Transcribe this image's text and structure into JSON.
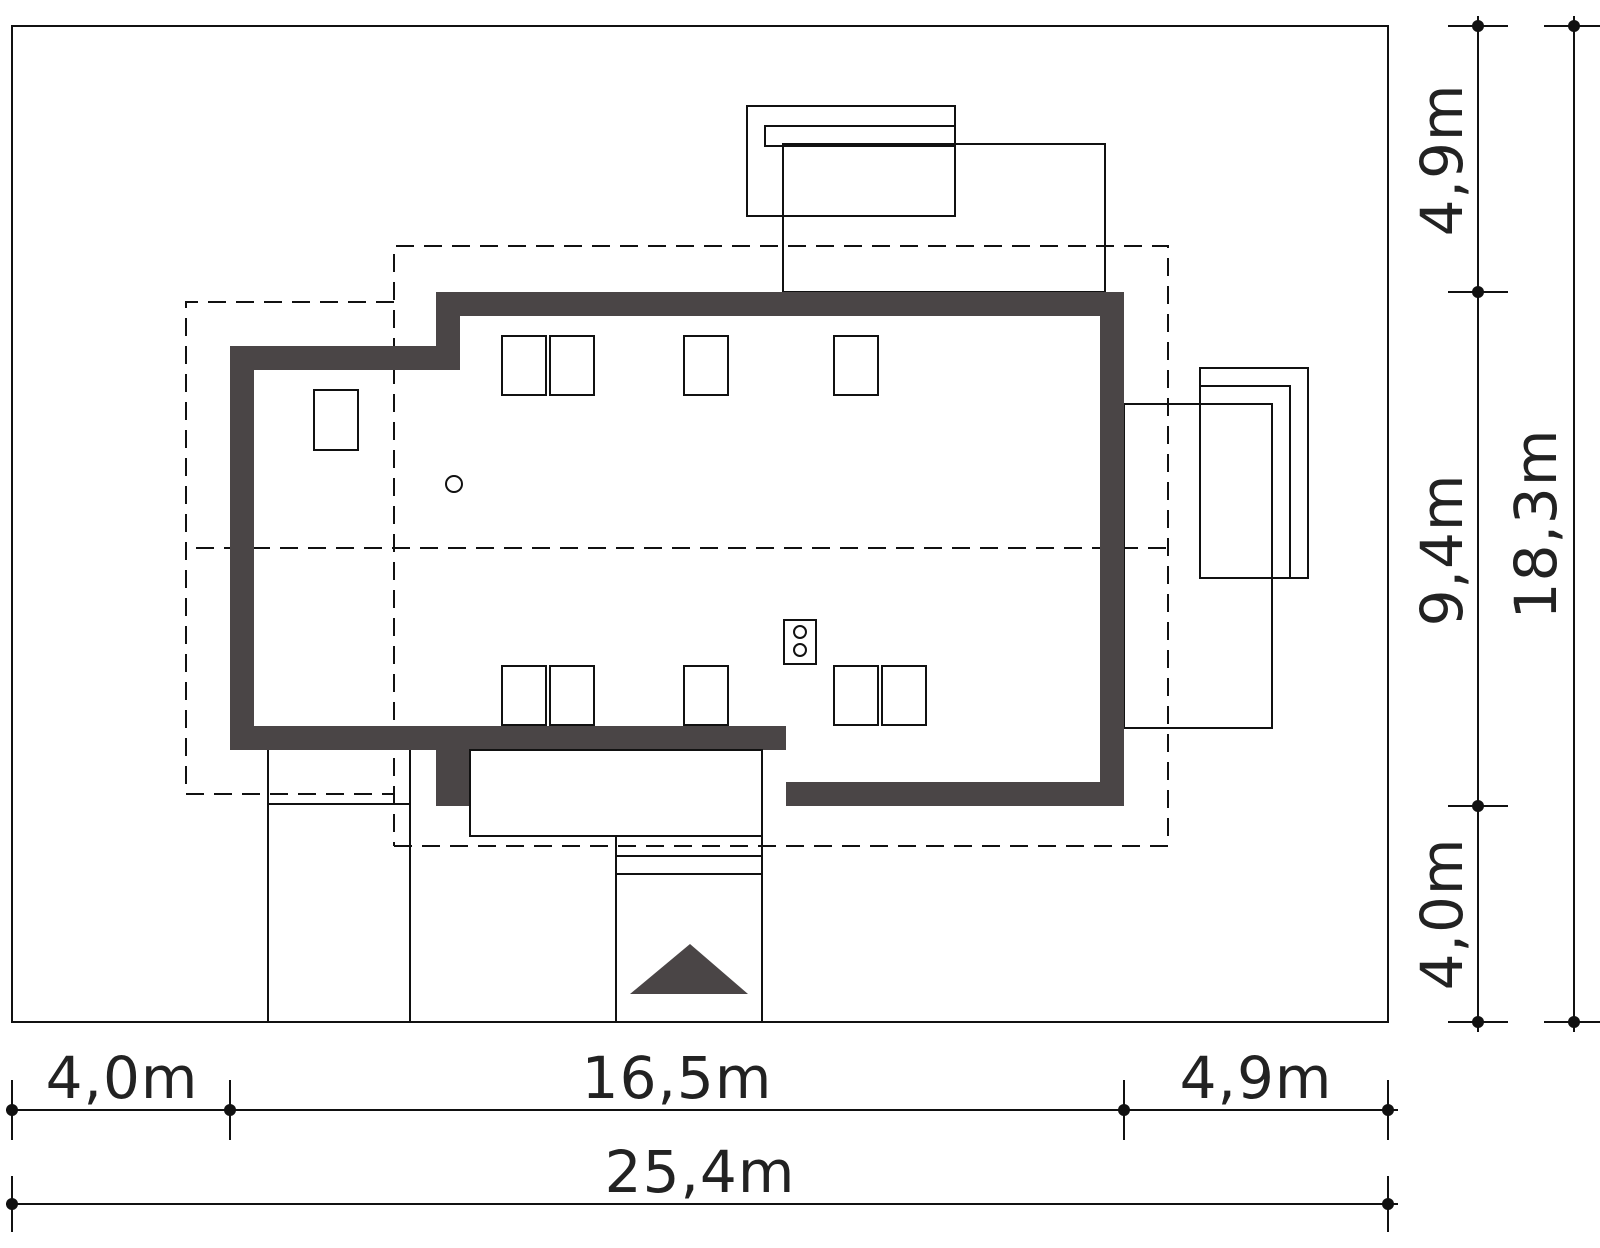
{
  "dimensions": {
    "bottom_left": "4,0m",
    "bottom_middle": "16,5m",
    "bottom_right": "4,9m",
    "bottom_total": "25,4m",
    "right_top": "4,9m",
    "right_middle": "9,4m",
    "right_bottom": "4,0m",
    "right_total": "18,3m"
  },
  "colors": {
    "wall": "#4a4546",
    "line": "#111111",
    "background": "#ffffff"
  },
  "icons": {
    "entrance_arrow": "entrance-arrow-icon",
    "chimney": "chimney-icon"
  }
}
